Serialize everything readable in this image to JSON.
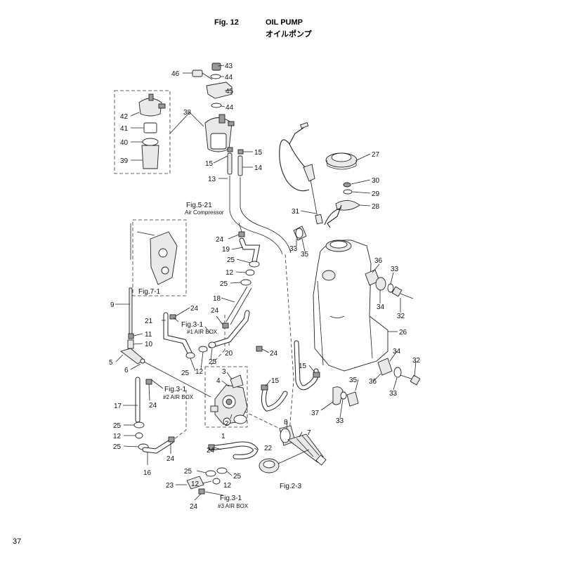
{
  "header": {
    "fig_id": "Fig. 12",
    "title": "OIL PUMP",
    "title_jp": "オイルポンプ"
  },
  "page_number": "37",
  "callouts": [
    "1",
    "2",
    "3",
    "4",
    "5",
    "6",
    "7",
    "8",
    "9",
    "10",
    "11",
    "12",
    "13",
    "14",
    "15",
    "16",
    "17",
    "18",
    "19",
    "20",
    "21",
    "22",
    "23",
    "24",
    "25",
    "26",
    "27",
    "28",
    "29",
    "30",
    "31",
    "32",
    "33",
    "34",
    "35",
    "36",
    "37",
    "38",
    "39",
    "40",
    "41",
    "42",
    "43",
    "44",
    "45",
    "46"
  ],
  "references": {
    "fig5_21": "Fig.5-21",
    "fig5_21_sub": "Air Compressor",
    "fig7_1": "Fig.7-1",
    "fig3_1_a": "Fig.3-1",
    "fig3_1_a_sub": "#1 AIR BOX",
    "fig3_1_b": "Fig.3-1",
    "fig3_1_b_sub": "#2 AIR BOX",
    "fig3_1_c": "Fig.3-1",
    "fig3_1_c_sub": "#3 AIR BOX",
    "fig2_3": "Fig.2-3"
  }
}
